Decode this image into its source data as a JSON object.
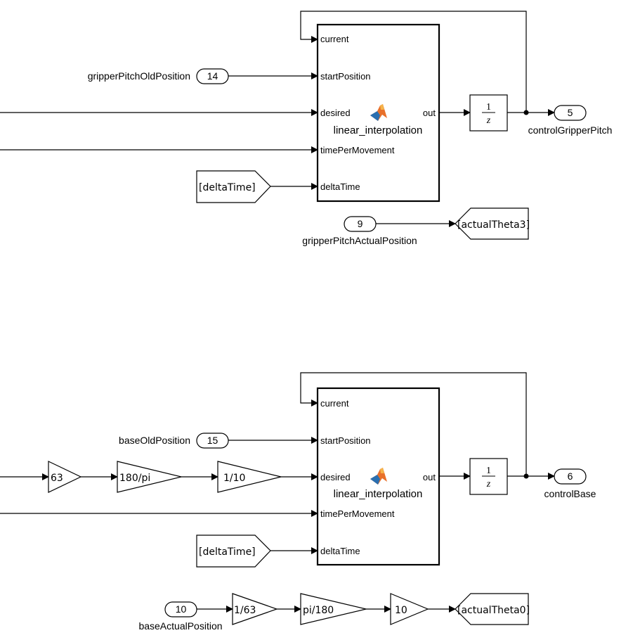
{
  "subsystem_top": {
    "function_block": {
      "name": "linear_interpolation",
      "inputs": [
        "current",
        "startPosition",
        "desired",
        "timePerMovement",
        "deltaTime"
      ],
      "output": "out",
      "icon": "matlab-function-icon"
    },
    "inport_old_position": {
      "number": "14",
      "label": "gripperPitchOldPosition"
    },
    "from_tag": "[deltaTime]",
    "unit_delay": {
      "numerator": "1",
      "denominator": "z"
    },
    "outport": {
      "number": "5",
      "label": "controlGripperPitch"
    },
    "inport_actual": {
      "number": "9",
      "label": "gripperPitchActualPosition"
    },
    "goto_tag": "[actualTheta3]"
  },
  "subsystem_bottom": {
    "function_block": {
      "name": "linear_interpolation",
      "inputs": [
        "current",
        "startPosition",
        "desired",
        "timePerMovement",
        "deltaTime"
      ],
      "output": "out",
      "icon": "matlab-function-icon"
    },
    "inport_old_position": {
      "number": "15",
      "label": "baseOldPosition"
    },
    "gains": [
      "63",
      "180/pi",
      "1/10"
    ],
    "from_tag": "[deltaTime]",
    "unit_delay": {
      "numerator": "1",
      "denominator": "z"
    },
    "outport": {
      "number": "6",
      "label": "controlBase"
    },
    "inport_actual": {
      "number": "10",
      "label": "baseActualPosition"
    },
    "actual_gains": [
      "1/63",
      "pi/180",
      "10"
    ],
    "goto_tag": "[actualTheta0]"
  },
  "colors": {
    "line": "#000000",
    "background": "#ffffff",
    "matlab_orange": "#e8702a",
    "matlab_blue": "#2a6fb0"
  }
}
